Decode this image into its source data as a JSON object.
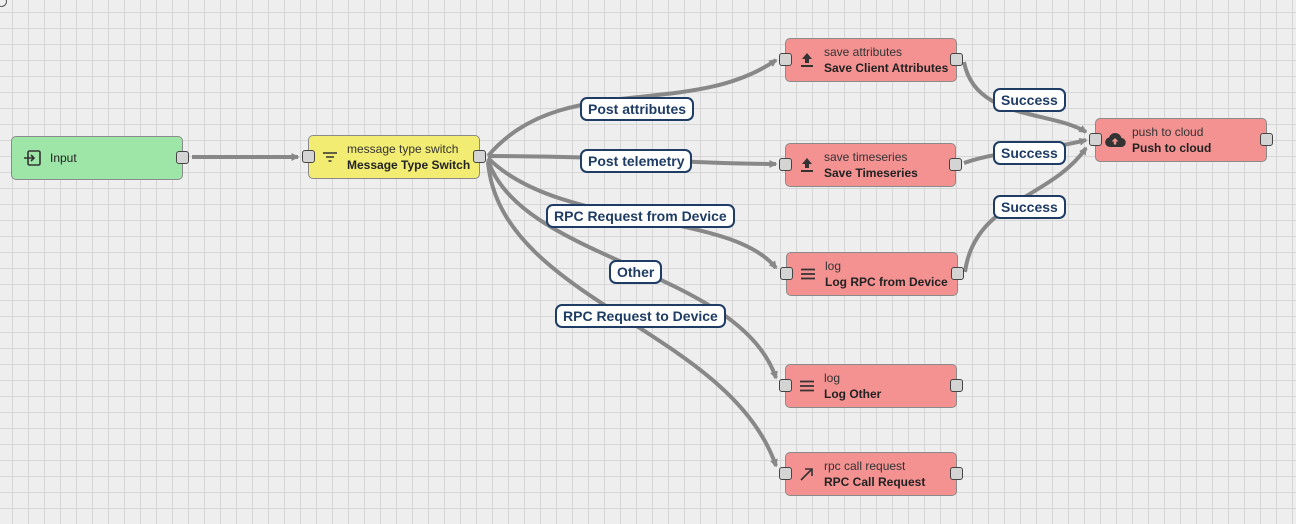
{
  "colors": {
    "edge": "#888888",
    "input_node": "#9ee6a8",
    "filter_node": "#f2ec72",
    "action_node": "#f49292",
    "label_text": "#1e3c64"
  },
  "nodes": {
    "input": {
      "type": "",
      "name": "Input",
      "icon": "input-arrow-icon"
    },
    "switch": {
      "type": "message type switch",
      "name": "Message Type Switch",
      "icon": "filter-icon"
    },
    "save_attributes": {
      "type": "save attributes",
      "name": "Save Client Attributes",
      "icon": "upload-icon"
    },
    "save_timeseries": {
      "type": "save timeseries",
      "name": "Save Timeseries",
      "icon": "upload-icon"
    },
    "log_rpc": {
      "type": "log",
      "name": "Log RPC from Device",
      "icon": "list-icon"
    },
    "log_other": {
      "type": "log",
      "name": "Log Other",
      "icon": "list-icon"
    },
    "rpc_call": {
      "type": "rpc call request",
      "name": "RPC Call Request",
      "icon": "arrow-up-right-icon"
    },
    "push_cloud": {
      "type": "push to cloud",
      "name": "Push to cloud",
      "icon": "cloud-upload-icon"
    }
  },
  "labels": {
    "post_attributes": "Post attributes",
    "post_telemetry": "Post telemetry",
    "rpc_from_device": "RPC Request from Device",
    "other": "Other",
    "rpc_to_device": "RPC Request to Device",
    "success_1": "Success",
    "success_2": "Success",
    "success_3": "Success"
  }
}
